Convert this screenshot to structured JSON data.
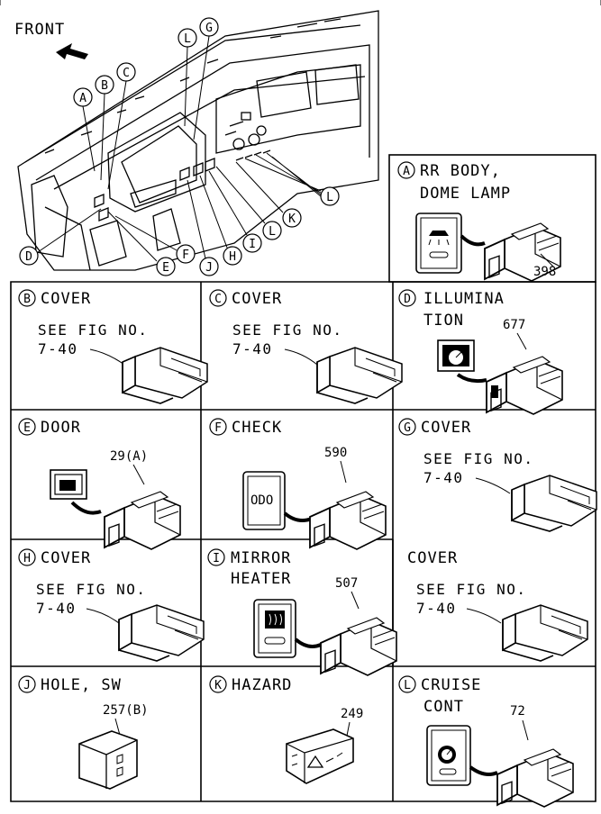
{
  "front_label": "FRONT",
  "callouts": [
    "A",
    "B",
    "C",
    "D",
    "E",
    "F",
    "G",
    "H",
    "I",
    "J",
    "K",
    "L"
  ],
  "panels": [
    {
      "key": "A",
      "line1": "RR BODY,",
      "line2": "DOME LAMP",
      "part": "398"
    },
    {
      "key": "B",
      "line1": "COVER",
      "ref1": "SEE FIG NO.",
      "ref2": "7-40"
    },
    {
      "key": "C",
      "line1": "COVER",
      "ref1": "SEE FIG NO.",
      "ref2": "7-40"
    },
    {
      "key": "D",
      "line1": "ILLUMINA",
      "line2": "TION",
      "part": "677"
    },
    {
      "key": "E",
      "line1": "DOOR",
      "part": "29(A)"
    },
    {
      "key": "F",
      "line1": "CHECK",
      "part": "590",
      "switch_text": "ODO"
    },
    {
      "key": "G",
      "line1": "COVER",
      "ref1": "SEE FIG NO.",
      "ref2": "7-40"
    },
    {
      "key": "H",
      "line1": "COVER",
      "ref1": "SEE FIG NO.",
      "ref2": "7-40"
    },
    {
      "key": "I",
      "line1": "MIRROR",
      "line2": "HEATER",
      "part": "507"
    },
    {
      "key": "",
      "line1": "COVER",
      "ref1": "SEE FIG NO.",
      "ref2": "7-40"
    },
    {
      "key": "J",
      "line1": "HOLE, SW",
      "part": "257(B)"
    },
    {
      "key": "K",
      "line1": "HAZARD",
      "part": "249"
    },
    {
      "key": "L",
      "line1": "CRUISE",
      "line2": "CONT",
      "part": "72"
    }
  ]
}
